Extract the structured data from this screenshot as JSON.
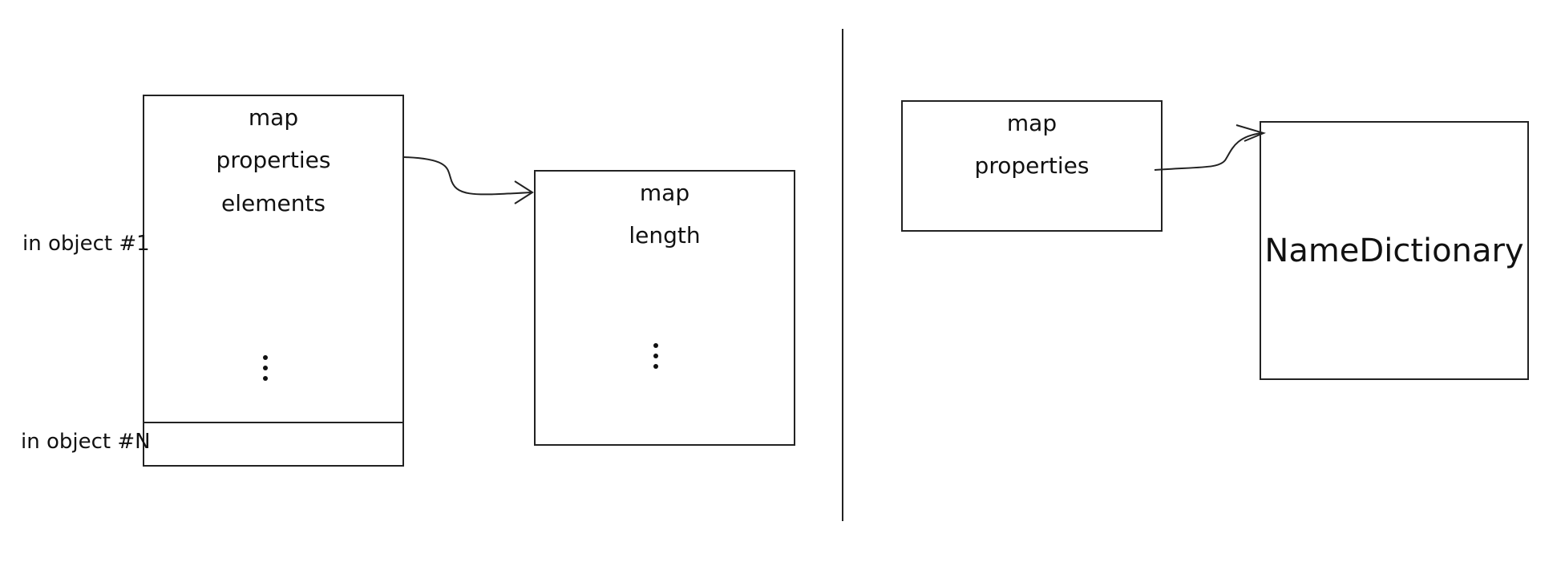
{
  "left_object": {
    "rows": [
      "map",
      "properties",
      "elements",
      "",
      ""
    ],
    "last_row": "",
    "labels": {
      "first_inobject": "in object #1",
      "last_inobject": "in object #N"
    }
  },
  "properties_array": {
    "rows": [
      "map",
      "length",
      ""
    ]
  },
  "right_object": {
    "rows": [
      "map",
      "properties",
      ""
    ]
  },
  "dictionary": {
    "label": "NameDictionary"
  }
}
